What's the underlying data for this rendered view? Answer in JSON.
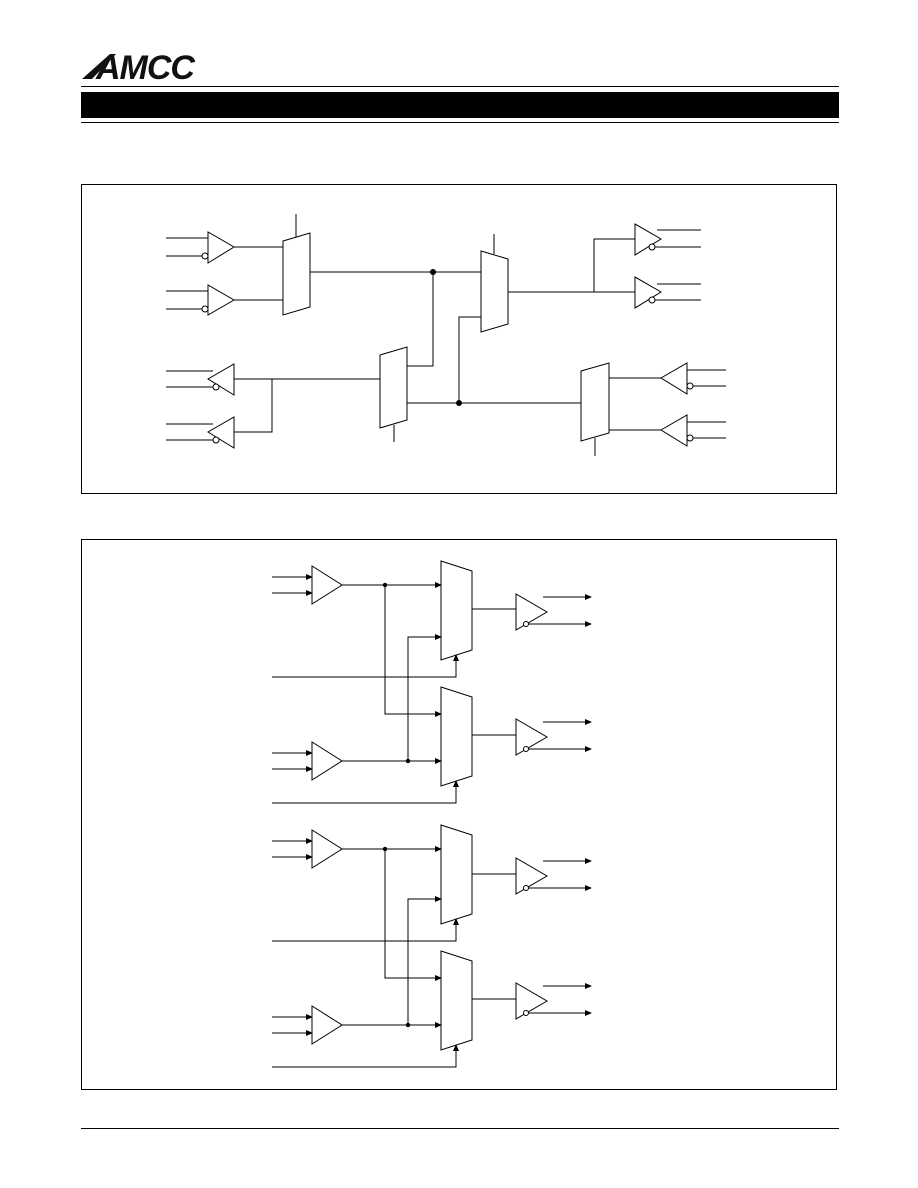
{
  "logo": {
    "text": "AMCC"
  },
  "header_bar": {
    "title": ""
  },
  "figures": [
    {
      "name": "diagram-1",
      "caption": ""
    },
    {
      "name": "diagram-2",
      "caption": ""
    }
  ],
  "footer": {
    "text": ""
  }
}
